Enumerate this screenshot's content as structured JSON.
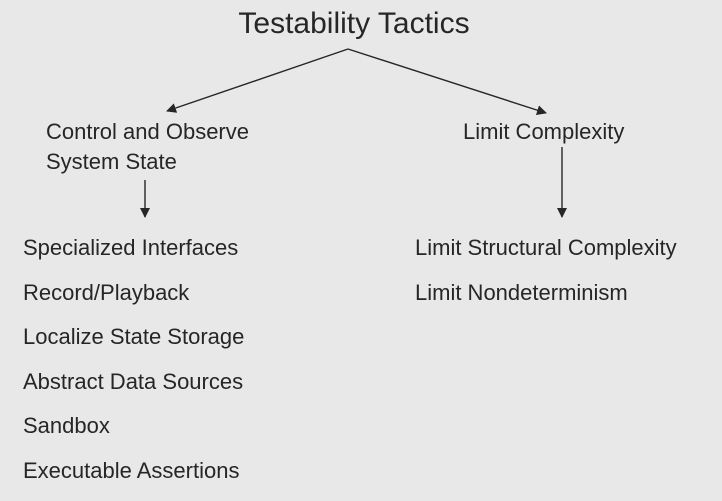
{
  "title": "Testability Tactics",
  "branches": [
    {
      "label_lines": [
        "Control and Observe",
        "System State"
      ],
      "tactics": [
        "Specialized Interfaces",
        "Record/Playback",
        "Localize State Storage",
        "Abstract Data Sources",
        "Sandbox",
        "Executable Assertions"
      ]
    },
    {
      "label_lines": [
        "Limit Complexity"
      ],
      "tactics": [
        "Limit Structural Complexity",
        "Limit Nondeterminism"
      ]
    }
  ],
  "colors": {
    "background": "#e8e8e8",
    "text": "#262626",
    "connector": "#262626"
  }
}
